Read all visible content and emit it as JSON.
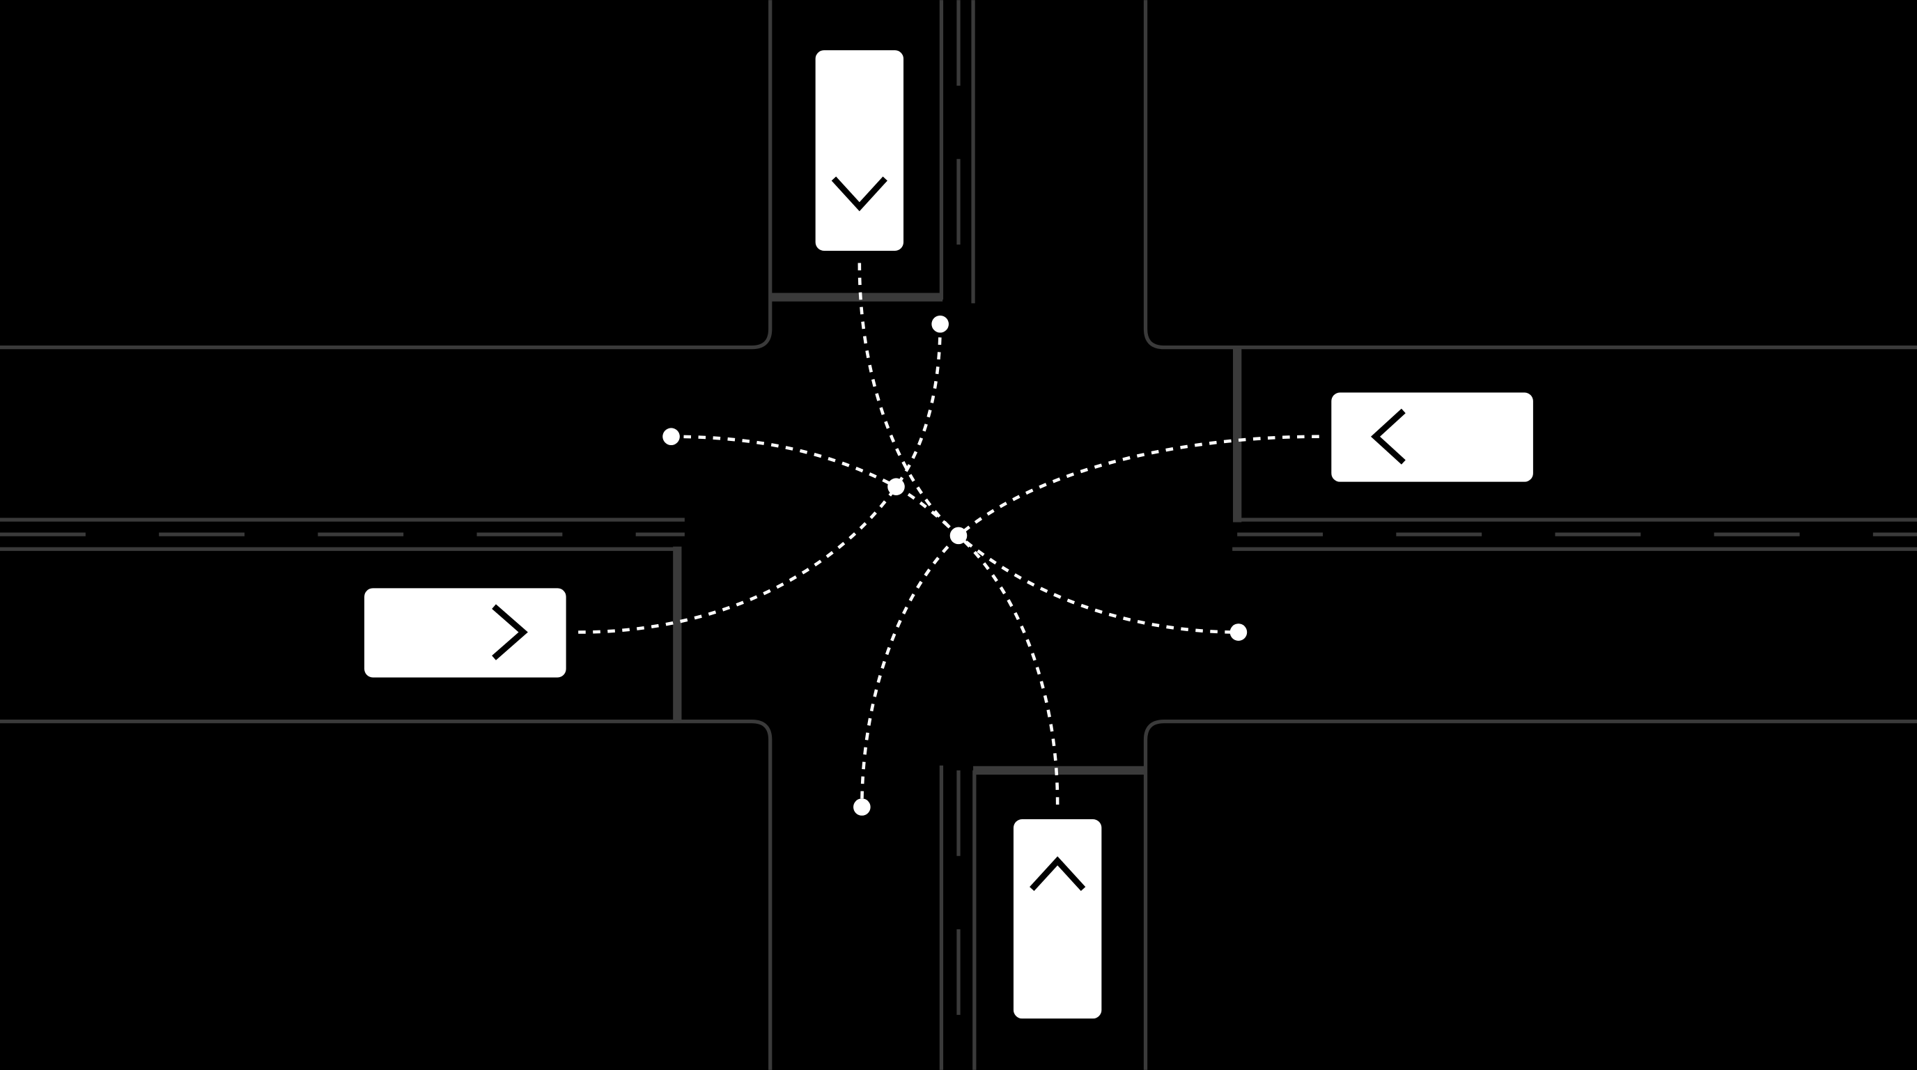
{
  "colors": {
    "background": "#000000",
    "road_lines": "#3a3a3a",
    "vehicles": "#ffffff",
    "trajectories": "#ffffff"
  },
  "vehicles": [
    {
      "id": "north",
      "direction": "down",
      "icon": "chevron-down-icon"
    },
    {
      "id": "east",
      "direction": "left",
      "icon": "chevron-left-icon"
    },
    {
      "id": "west",
      "direction": "right",
      "icon": "chevron-right-icon"
    },
    {
      "id": "south",
      "direction": "up",
      "icon": "chevron-up-icon"
    }
  ]
}
